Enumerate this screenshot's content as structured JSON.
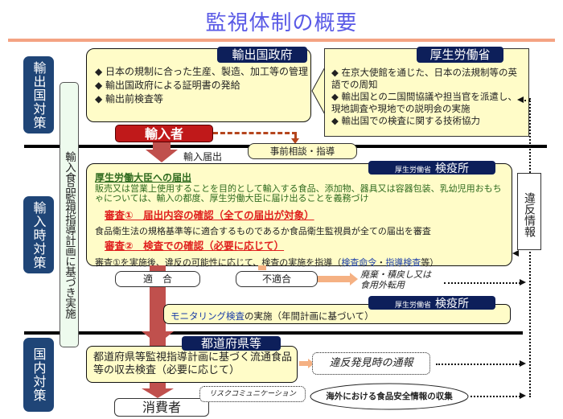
{
  "title": "監視体制の概要",
  "side_labels": {
    "exporting_country": "輸出国対策",
    "import": "輸入時対策",
    "domestic": "国内対策"
  },
  "plan_column": "輸入食品監視指導計画に基づき実施",
  "exporting_government": {
    "header": "輸出国政府",
    "items": [
      "◆ 日本の規制に合った生産、製造、加工等の管理",
      "◆ 輸出国政府による証明書の発給",
      "◆ 輸出前検査等"
    ]
  },
  "mhlw": {
    "header": "厚生労働省",
    "items": [
      "◆ 在京大使館を通じた、日本の法規制等の英語での周知",
      "◆ 輸出国との二国間協議や担当官を派遣し、現地調査や現地での説明会の実施",
      "◆ 輸出国での検査に関する技術協力"
    ]
  },
  "importer": "輸入者",
  "prior_consultation": "事前相談・指導",
  "import_notification": "輸入届出",
  "quarantine": {
    "header_small": "厚生労働省",
    "header_large": "検疫所",
    "notification_heading": "厚生労働大臣への届出",
    "notification_text": "販売又は営業上使用することを目的として輸入する食品、添加物、器具又は容器包装、乳幼児用おもちゃについては、輸入の都度、厚生労働大臣に届け出ることを義務づけ",
    "review1_heading": "審査①　届出内容の確認（全ての届出が対象）",
    "review1_text": "食品衛生法の規格基準等に適合するものであるか食品衛生監視員が全ての届出を審査",
    "review2_heading": "審査②　検査での確認（必要に応じて）",
    "review2_text_pre": "審査①を実施後、違反の可能性に応じて、検査の実施を指導（",
    "review2_text_blue1": "検査命令",
    "review2_text_mid": "・",
    "review2_text_blue2": "指導検査",
    "review2_text_post": "等）"
  },
  "compliant": "適　合",
  "noncompliant": "不適合",
  "disposal": "廃棄・積戻し又は食用外転用",
  "monitoring": {
    "header_small": "厚生労働省",
    "header_large": "検疫所",
    "text_blue": "モニタリング検査",
    "text_rest": "の実施（年間計画に基づいて）"
  },
  "violation_info": "違反情報",
  "prefectures": {
    "header": "都道府県等",
    "text": "都道府県等監視指導計画に基づく流通食品等の収去検査（必要に応じて）"
  },
  "violation_report": "違反発見時の通報",
  "risk_communication": "リスクコミュニケーション",
  "overseas_info": "海外における食品安全情報の収集",
  "consumer": "消費者"
}
